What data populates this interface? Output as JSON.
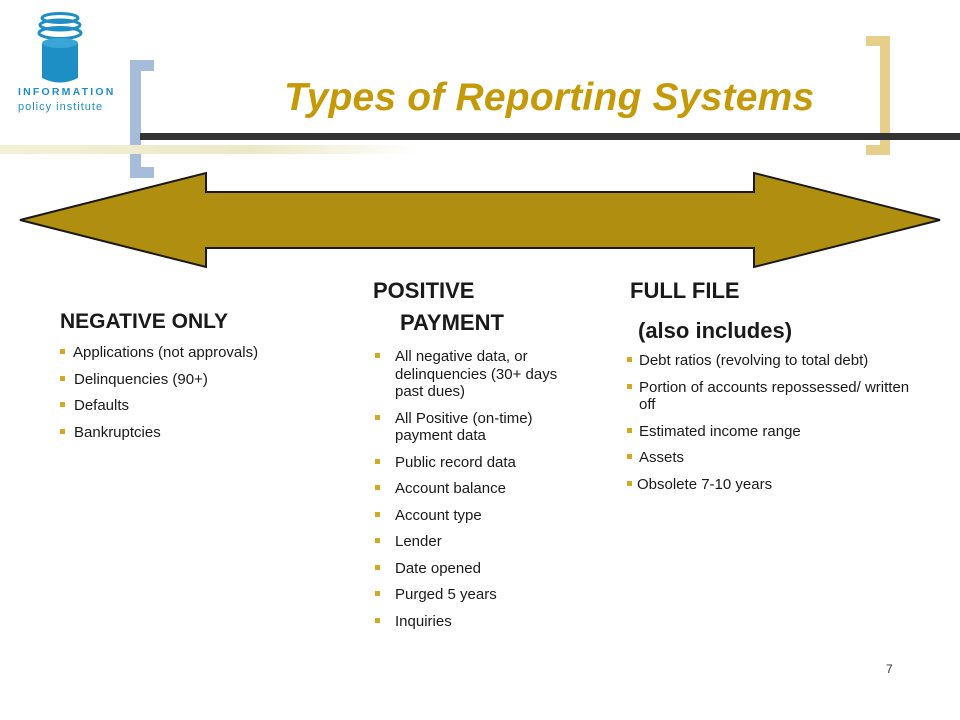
{
  "logo": {
    "icon": "stacked-cylinder-database-icon",
    "line1": "INFORMATION",
    "line2": "policy institute",
    "color": "#1e8fc5"
  },
  "title": "Types of Reporting Systems",
  "colors": {
    "title": "#c49a08",
    "arrow": "#b08f10",
    "bullet": "#d4a820",
    "left_bracket": "#a7bcd9",
    "right_bracket": "#e5cf8b",
    "title_bar": "#333333"
  },
  "columns": {
    "negative": {
      "heading": "NEGATIVE ONLY",
      "items": [
        "Applications (not approvals)",
        "Delinquencies (90+)",
        "Defaults",
        "Bankruptcies"
      ]
    },
    "positive": {
      "heading_line1": "POSITIVE",
      "heading_line2": "PAYMENT",
      "items": [
        "All negative data, or delinquencies (30+ days past dues)",
        "All Positive (on-time) payment data",
        "Public record data",
        "Account balance",
        "Account type",
        "Lender",
        "Date opened",
        "Purged 5 years",
        "Inquiries"
      ]
    },
    "full": {
      "heading_line1": "FULL FILE",
      "heading_line2": "(also includes)",
      "items": [
        "Debt ratios (revolving to total debt)",
        "Portion of accounts repossessed/ written off",
        "Estimated income range",
        "Assets",
        "Obsolete 7-10 years"
      ]
    }
  },
  "page_number": "7"
}
